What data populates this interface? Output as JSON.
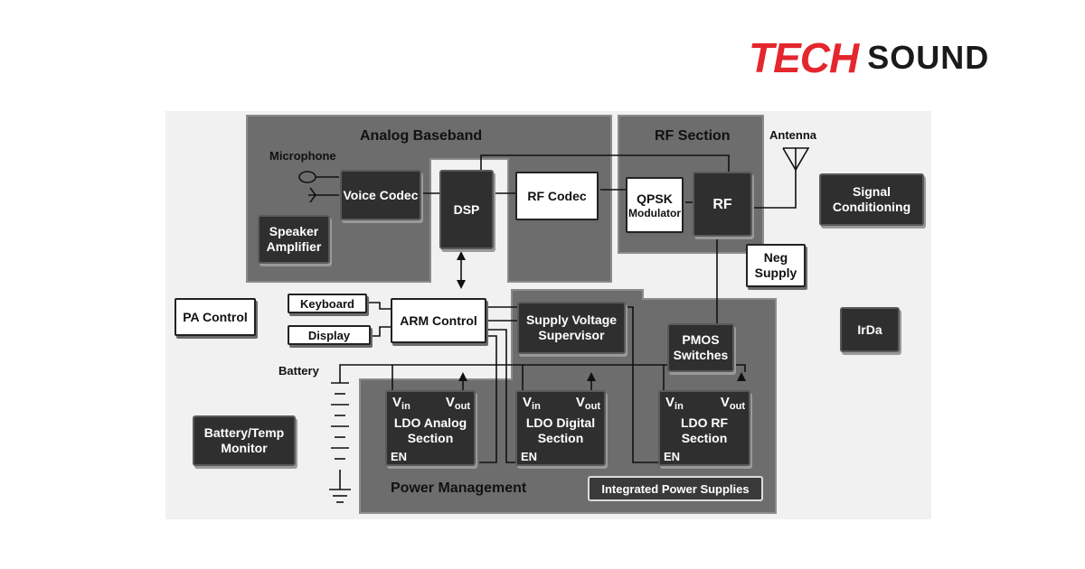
{
  "logo": {
    "tech": "TECH",
    "sound": "SOUND"
  },
  "sections": {
    "analog_baseband": "Analog Baseband",
    "rf_section": "RF Section",
    "power_management": "Power Management"
  },
  "labels": {
    "microphone": "Microphone",
    "antenna": "Antenna",
    "battery": "Battery"
  },
  "blocks": {
    "voice_codec": "Voice Codec",
    "speaker_amplifier": "Speaker Amplifier",
    "dsp": "DSP",
    "rf_codec": "RF Codec",
    "qpsk": "QPSK",
    "modulator": "Modulator",
    "rf": "RF",
    "signal_conditioning": "Signal Conditioning",
    "neg_supply": "Neg Supply",
    "pa_control": "PA Control",
    "keyboard": "Keyboard",
    "display": "Display",
    "arm_control": "ARM Control",
    "supply_voltage_supervisor": "Supply Voltage Supervisor",
    "pmos_switches": "PMOS Switches",
    "irda": "IrDa",
    "battery_temp_monitor": "Battery/Temp Monitor",
    "integrated_power_supplies": "Integrated Power Supplies"
  },
  "ldo": {
    "vin": "V",
    "vin_sub": "in",
    "vout": "V",
    "vout_sub": "out",
    "en": "EN",
    "analog": "LDO Analog Section",
    "digital": "LDO Digital Section",
    "rf": "LDO RF Section"
  },
  "colors": {
    "logo_red": "#e4262d",
    "section_fill": "#6d6d6d",
    "block_dark": "#2f2f2f",
    "panel_bg": "#f1f1f1"
  }
}
